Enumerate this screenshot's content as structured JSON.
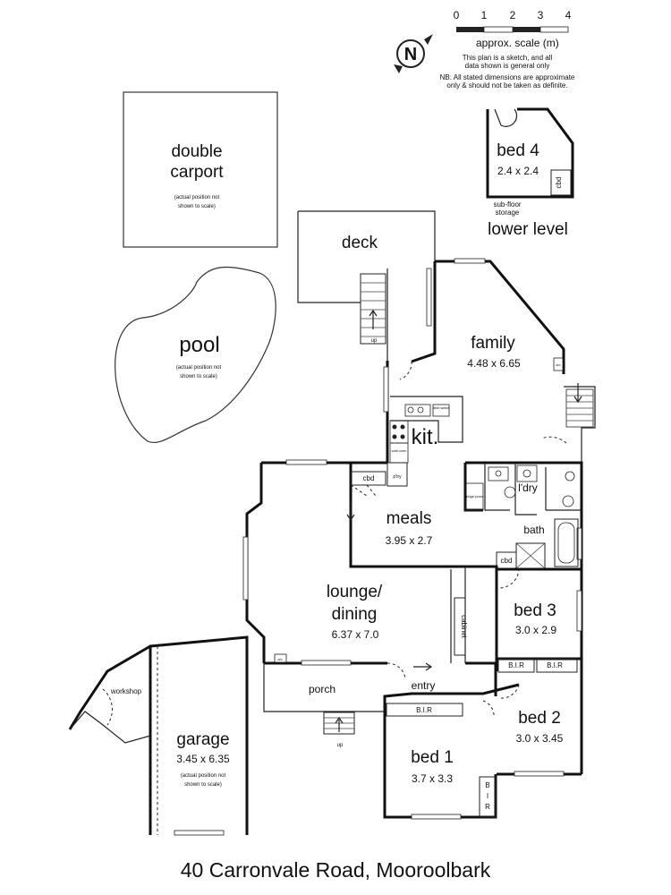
{
  "scale": {
    "ticks": [
      "0",
      "1",
      "2",
      "3",
      "4"
    ],
    "label": "approx. scale (m)",
    "note1a": "This plan is a sketch, and all",
    "note1b": "data shown is general only",
    "note2a": "NB: All stated dimensions are approximate",
    "note2b": "only & should not be taken as definite."
  },
  "compass": {
    "letter": "N"
  },
  "rooms": {
    "carport_1": "double",
    "carport_2": "carport",
    "carport_note1": "(actual position not",
    "carport_note2": "shown to scale)",
    "pool": "pool",
    "pool_note1": "(actual position not",
    "pool_note2": "shown to scale)",
    "deck": "deck",
    "family": "family",
    "family_dim": "4.48 x 6.65",
    "kit": "kit.",
    "meals": "meals",
    "meals_dim": "3.95 x 2.7",
    "lounge_1": "lounge/",
    "lounge_2": "dining",
    "lounge_dim": "6.37 x 7.0",
    "ldry": "l'dry",
    "bath": "bath",
    "bed3": "bed 3",
    "bed3_dim": "3.0 x 2.9",
    "bed2": "bed 2",
    "bed2_dim": "3.0 x 3.45",
    "bed1": "bed 1",
    "bed1_dim": "3.7 x 3.3",
    "porch": "porch",
    "entry": "entry",
    "workshop": "workshop",
    "garage": "garage",
    "garage_dim": "3.45 x 6.35",
    "garage_note1": "(actual position not",
    "garage_note2": "shown to scale)",
    "bed4": "bed 4",
    "bed4_dim": "2.4 x 2.4",
    "subfloor_1": "sub-floor",
    "subfloor_2": "storage",
    "lower_level": "lower level"
  },
  "fixtures": {
    "cbd": "cbd",
    "up": "up",
    "ac": "a/c",
    "pantry": "p'try",
    "wall_oven": "wall oven",
    "dish_wash": "dish wash",
    "fridge_posn": "fridge posn",
    "cabinet": "cabinet",
    "bir": "B.I.R",
    "bir_b": "B",
    "bir_i": "I",
    "bir_r": "R"
  },
  "address": "40 Carronvale Road, Mooroolbark"
}
